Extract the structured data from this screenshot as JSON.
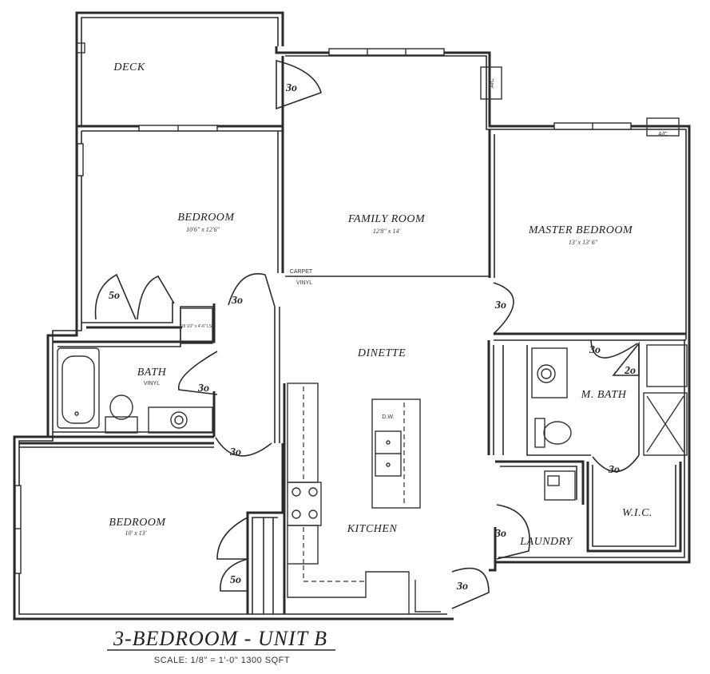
{
  "rooms": {
    "deck": {
      "label": "DECK"
    },
    "bedroom_top": {
      "label": "BEDROOM",
      "size": "10'6\" x 12'6\""
    },
    "family_room": {
      "label": "FAMILY ROOM",
      "size": "12'8\" x 14'"
    },
    "master_bedroom": {
      "label": "MASTER BEDROOM",
      "size": "13' x 13' 6\""
    },
    "bath": {
      "label": "BATH",
      "floor": "VINYL"
    },
    "dinette": {
      "label": "DINETTE"
    },
    "m_bath": {
      "label": "M. BATH"
    },
    "bedroom_bottom": {
      "label": "BEDROOM",
      "size": "10' x 13'"
    },
    "kitchen": {
      "label": "KITCHEN"
    },
    "laundry": {
      "label": "LAUNDRY"
    },
    "wic": {
      "label": "W.I.C."
    }
  },
  "fixtures": {
    "ac_1": "A/C",
    "ac_2": "A/C",
    "dishwasher": "D.W.",
    "floor_change_top": "CARPET",
    "floor_change_bottom": "VINYL",
    "water_heater": "18 1/2\" x 4'-6\" LS"
  },
  "door_labels": {
    "deck_door": "3o",
    "bedroom_closet": "5o",
    "bedroom_top_door": "3o",
    "bath_door": "3o",
    "bedroom_bottom_door": "3o",
    "bedroom_bottom_closet": "5o",
    "master_door": "3o",
    "mbath_door": "3o",
    "mbath_closet": "2o",
    "wic_door": "3o",
    "laundry_door": "3o",
    "entry_door": "3o"
  },
  "caption": {
    "title": "3-BEDROOM - UNIT B",
    "scale": "SCALE: 1/8\" = 1'-0\"    1300 SQFT"
  }
}
